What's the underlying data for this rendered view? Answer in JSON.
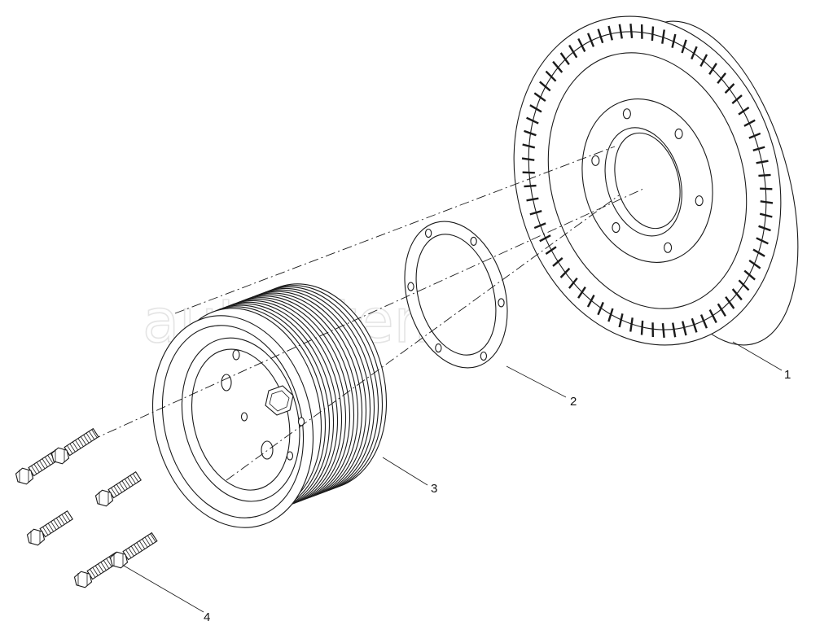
{
  "watermark": "autopiter.ru",
  "callouts": [
    {
      "id": "1"
    },
    {
      "id": "2"
    },
    {
      "id": "3"
    },
    {
      "id": "4"
    }
  ]
}
